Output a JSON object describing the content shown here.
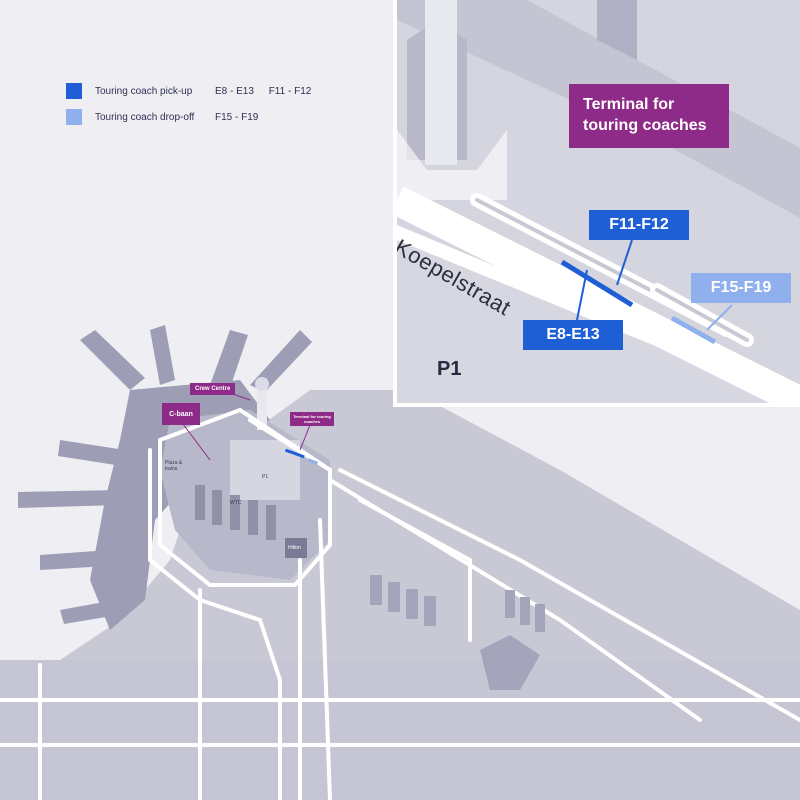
{
  "legend": {
    "pickup": {
      "label": "Touring coach pick-up",
      "gates": [
        "E8 - E13",
        "F11 - F12"
      ],
      "color": "#1f5fd6"
    },
    "dropoff": {
      "label": "Touring coach drop-off",
      "gates": [
        "F15 - F19"
      ],
      "color": "#8fb0ec"
    }
  },
  "inset": {
    "terminal_label": "Terminal for touring coaches",
    "road_label": "Koepelstraat",
    "parking_label": "P1",
    "gate_f11_f12": "F11-F12",
    "gate_e8_e13": "E8-E13",
    "gate_f15_f19": "F15-F19"
  },
  "map_labels": {
    "crew_centre": "Crew Centre",
    "c_baan": "C-baan",
    "terminal_small": "Terminal for touring coaches",
    "plaza": "Plaza & trains",
    "p1": "P1",
    "hilton": "Hilton",
    "wtc": "WTC"
  },
  "colors": {
    "purple": "#8e2a87",
    "pickup_blue": "#1f5fd6",
    "dropoff_blue": "#8fb0ec",
    "building_dark": "#9a9ab2",
    "ground": "#c9c9d6"
  }
}
